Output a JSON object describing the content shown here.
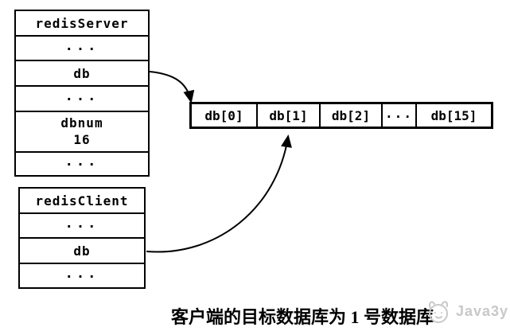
{
  "canvas": {
    "bg": "#ffffff",
    "ink": "#000000"
  },
  "server_struct": {
    "title": "redisServer",
    "rows": [
      {
        "lines": [
          "..."
        ]
      },
      {
        "lines": [
          "db"
        ]
      },
      {
        "lines": [
          "..."
        ]
      },
      {
        "lines": [
          "dbnum",
          "16"
        ]
      },
      {
        "lines": [
          "..."
        ]
      }
    ]
  },
  "client_struct": {
    "title": "redisClient",
    "rows": [
      {
        "lines": [
          "..."
        ]
      },
      {
        "lines": [
          "db"
        ]
      },
      {
        "lines": [
          "..."
        ]
      }
    ]
  },
  "db_array": {
    "cells": [
      "db[0]",
      "db[1]",
      "db[2]",
      "...",
      "db[15]"
    ]
  },
  "caption": {
    "text": "客户端的目标数据库为 1 号数据库"
  },
  "watermark": {
    "text": "Java3y",
    "color": "#c8c8c8",
    "icon": "doodle-face"
  }
}
